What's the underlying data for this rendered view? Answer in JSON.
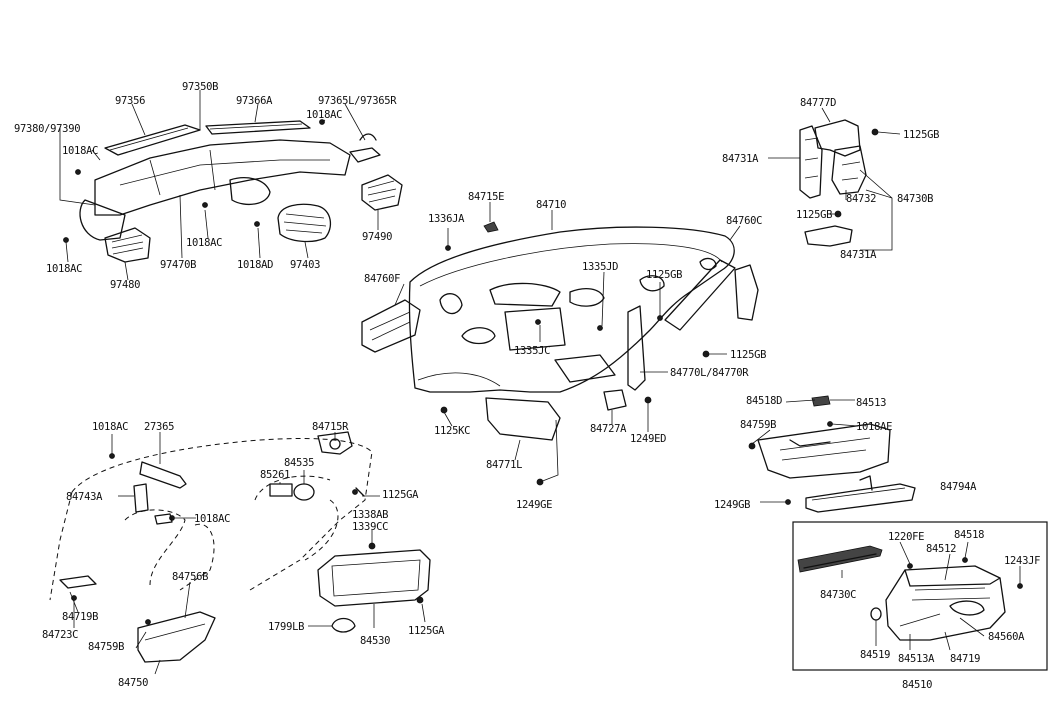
{
  "labels": {
    "l_97356": "97356",
    "l_97350B": "97350B",
    "l_97366A": "97366A",
    "l_97365": "97365L/97365R",
    "l_97380": "97380/97390",
    "l_1018AC_a": "1018AC",
    "l_1018AC_b": "1018AC",
    "l_1018AC_c": "1018AC",
    "l_1018AC_d": "1018AC",
    "l_1018AC_e": "1018AC",
    "l_1018AC_f": "1018AC",
    "l_1018AD": "1018AD",
    "l_97470B": "97470B",
    "l_97403": "97403",
    "l_97480": "97480",
    "l_97490": "97490",
    "l_84777D": "84777D",
    "l_1125GB_a": "1125GB",
    "l_84731A_a": "84731A",
    "l_84732": "84732",
    "l_84730B": "84730B",
    "l_1125GB_b": "1125GB",
    "l_84731A_b": "84731A",
    "l_84715E": "84715E",
    "l_84710": "84710",
    "l_84760C": "84760C",
    "l_1336JA": "1336JA",
    "l_1335JD": "1335JD",
    "l_1125GB_c": "1125GB",
    "l_84760F": "84760F",
    "l_1335JC": "1335JC",
    "l_1125GB_d": "1125GB",
    "l_84770": "84770L/84770R",
    "l_1125KC": "1125KC",
    "l_84771L": "84771L",
    "l_84727A": "84727A",
    "l_1249ED": "1249ED",
    "l_1249GE": "1249GE",
    "l_84518D": "84518D",
    "l_84513": "84513",
    "l_84759B_a": "84759B",
    "l_1018AE": "1018AE",
    "l_84794A": "84794A",
    "l_1249GB": "1249GB",
    "l_27365": "27365",
    "l_84715R": "84715R",
    "l_84535": "84535",
    "l_85261": "85261",
    "l_1125GA_a": "1125GA",
    "l_84743A": "84743A",
    "l_1338AB": "1338AB",
    "l_1339CC": "1339CC",
    "l_84756B": "84756B",
    "l_84719B": "84719B",
    "l_84723C": "84723C",
    "l_84759B_b": "84759B",
    "l_84750": "84750",
    "l_1799LB": "1799LB",
    "l_84530": "84530",
    "l_1125GA_b": "1125GA",
    "l_1220FE": "1220FE",
    "l_84518": "84518",
    "l_84512": "84512",
    "l_1243JF": "1243JF",
    "l_84730C": "84730C",
    "l_84560A": "84560A",
    "l_84519": "84519",
    "l_84513A": "84513A",
    "l_84719": "84719",
    "l_84510": "84510"
  }
}
